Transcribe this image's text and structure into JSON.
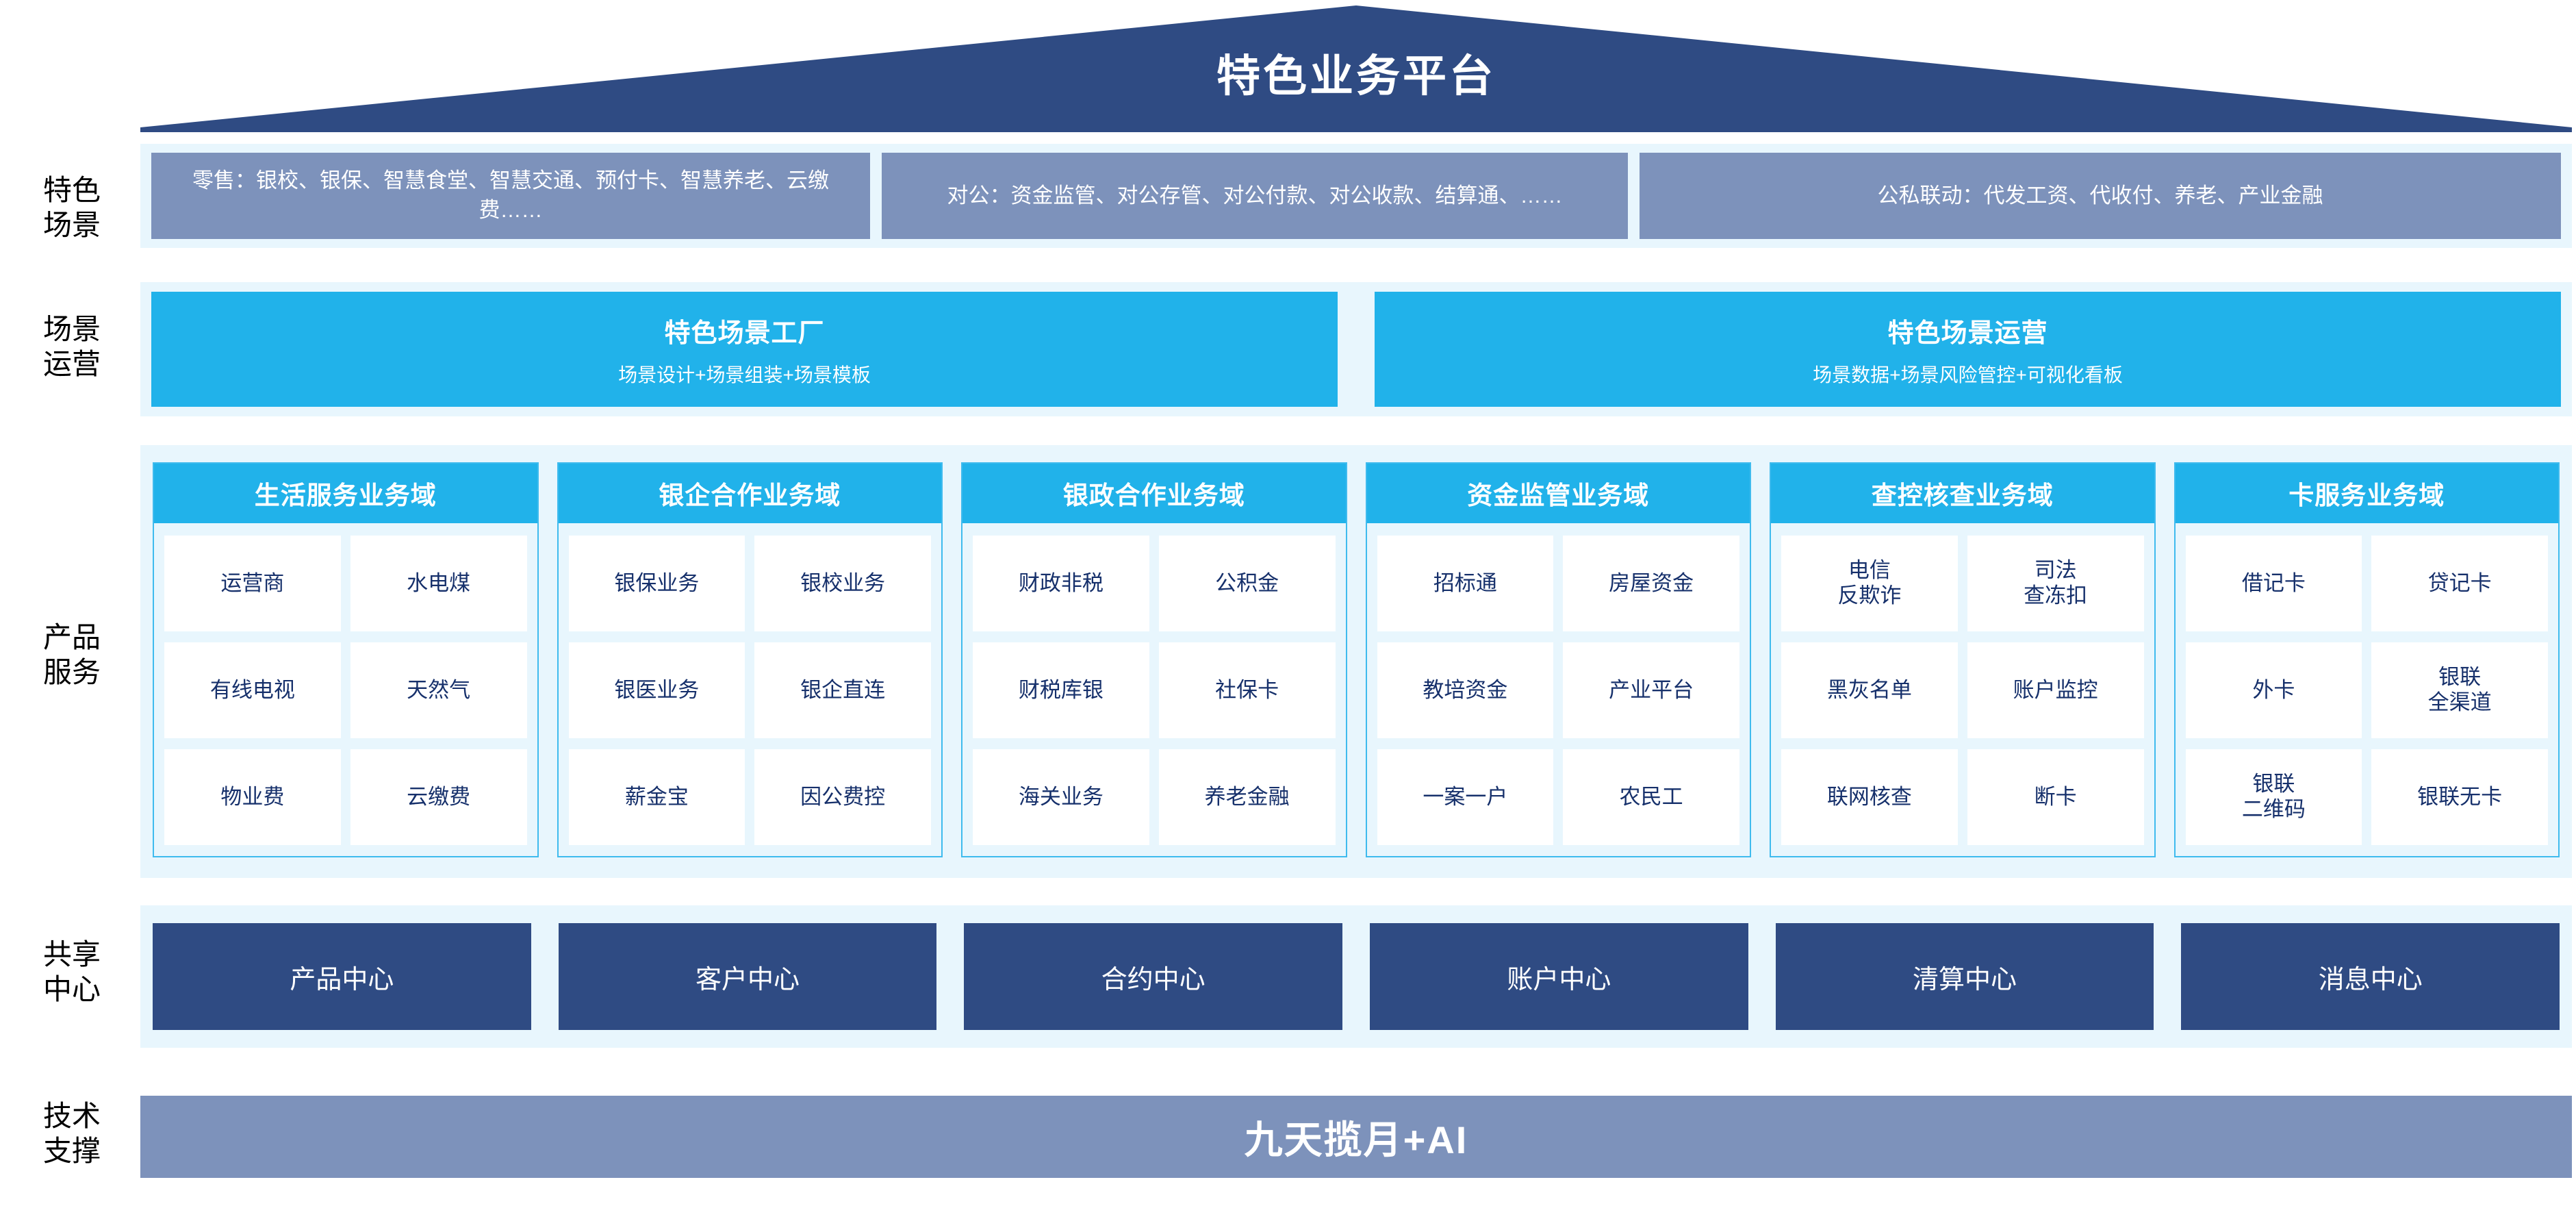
{
  "header": {
    "title": "特色业务平台"
  },
  "rails": [
    {
      "label": "特色\n场景"
    },
    {
      "label": "场景\n运营"
    },
    {
      "label": "产品\n服务"
    },
    {
      "label": "共享\n中心"
    },
    {
      "label": "技术\n支撑"
    }
  ],
  "scenario_row": {
    "boxes": [
      {
        "name": "retail",
        "text": "零售：银校、银保、智慧食堂、智慧交通、预付卡、智慧养老、云缴费……"
      },
      {
        "name": "corporate",
        "text": "对公：资金监管、对公存管、对公付款、对公收款、结算通、……"
      },
      {
        "name": "linkage",
        "text": "公私联动：代发工资、代收付、养老、产业金融"
      }
    ]
  },
  "operations_row": {
    "boxes": [
      {
        "name": "scenario-factory",
        "title": "特色场景工厂",
        "subtitle": "场景设计+场景组装+场景模板"
      },
      {
        "name": "scenario-operation",
        "title": "特色场景运营",
        "subtitle": "场景数据+场景风险管控+可视化看板"
      }
    ]
  },
  "product_row": {
    "domains": [
      {
        "name": "life-service",
        "title": "生活服务业务域",
        "cells": [
          "运营商",
          "水电煤",
          "有线电视",
          "天然气",
          "物业费",
          "云缴费"
        ]
      },
      {
        "name": "bank-enterprise",
        "title": "银企合作业务域",
        "cells": [
          "银保业务",
          "银校业务",
          "银医业务",
          "银企直连",
          "薪金宝",
          "因公费控"
        ]
      },
      {
        "name": "bank-government",
        "title": "银政合作业务域",
        "cells": [
          "财政非税",
          "公积金",
          "财税库银",
          "社保卡",
          "海关业务",
          "养老金融"
        ]
      },
      {
        "name": "fund-supervision",
        "title": "资金监管业务域",
        "cells": [
          "招标通",
          "房屋资金",
          "教培资金",
          "产业平台",
          "一案一户",
          "农民工"
        ]
      },
      {
        "name": "investigation-control",
        "title": "查控核查业务域",
        "cells": [
          "电信\n反欺诈",
          "司法\n查冻扣",
          "黑灰名单",
          "账户监控",
          "联网核查",
          "断卡"
        ]
      },
      {
        "name": "card-service",
        "title": "卡服务业务域",
        "cells": [
          "借记卡",
          "贷记卡",
          "外卡",
          "银联\n全渠道",
          "银联\n二维码",
          "银联无卡"
        ]
      }
    ]
  },
  "shared_row": {
    "boxes": [
      {
        "name": "product-center",
        "label": "产品中心"
      },
      {
        "name": "customer-center",
        "label": "客户中心"
      },
      {
        "name": "contract-center",
        "label": "合约中心"
      },
      {
        "name": "account-center",
        "label": "账户中心"
      },
      {
        "name": "clearing-center",
        "label": "清算中心"
      },
      {
        "name": "message-center",
        "label": "消息中心"
      }
    ]
  },
  "tech_row": {
    "title": "九天揽月+AI"
  },
  "colors": {
    "roof": "#2f4b83",
    "band_bg": "#e8f6fd",
    "scenario_box": "#7d92bb",
    "cyan": "#21b2ea",
    "domain_border": "#3fbbee",
    "shared_box": "#2f4b83",
    "tech_bar": "#7d92bb",
    "cell_text": "#16306b"
  }
}
